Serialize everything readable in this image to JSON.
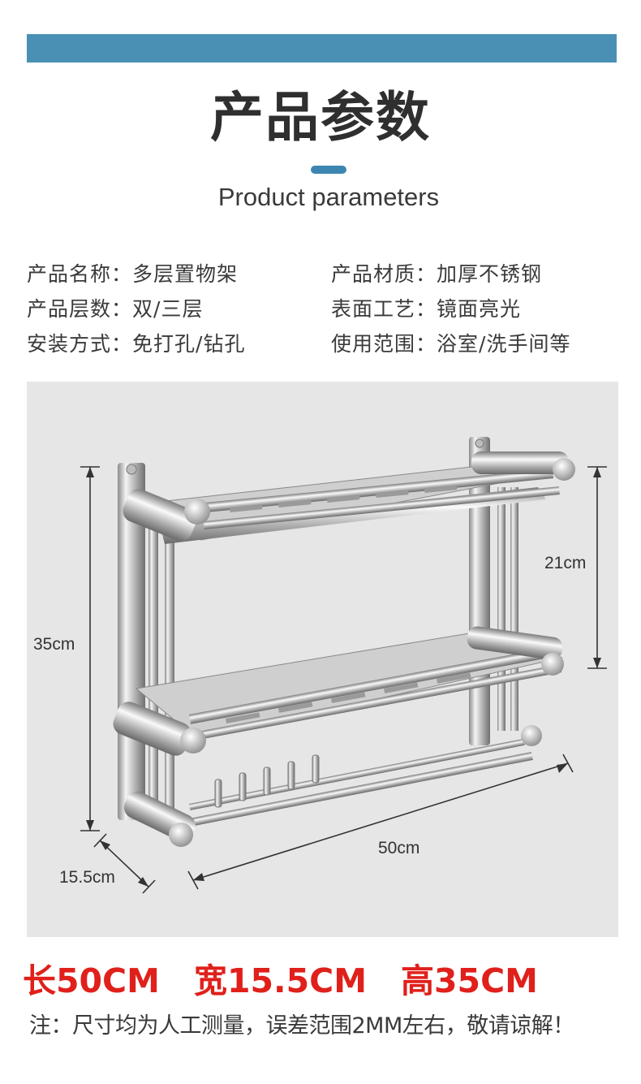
{
  "header": {
    "title": "产品参数",
    "subtitle": "Product parameters"
  },
  "params": {
    "name_label": "产品名称：",
    "name_value": "多层置物架",
    "material_label": "产品材质：",
    "material_value": "加厚不锈钢",
    "layers_label": "产品层数：",
    "layers_value": "双/三层",
    "finish_label": "表面工艺：",
    "finish_value": "镜面亮光",
    "install_label": "安装方式：",
    "install_value": "免打孔/钻孔",
    "usage_label": "使用范围：",
    "usage_value": "浴室/洗手间等"
  },
  "dimensions": {
    "height": "35cm",
    "shelf_gap": "21cm",
    "width": "50cm",
    "depth": "15.5cm"
  },
  "size_summary": {
    "length": "长50CM",
    "width": "宽15.5CM",
    "height": "高35CM"
  },
  "note": "注：尺寸均为人工测量，误差范围2MM左右，敬请谅解！",
  "colors": {
    "accent": "#4a90b5",
    "panel": "#e6e6e6",
    "highlight": "#e0201b"
  }
}
